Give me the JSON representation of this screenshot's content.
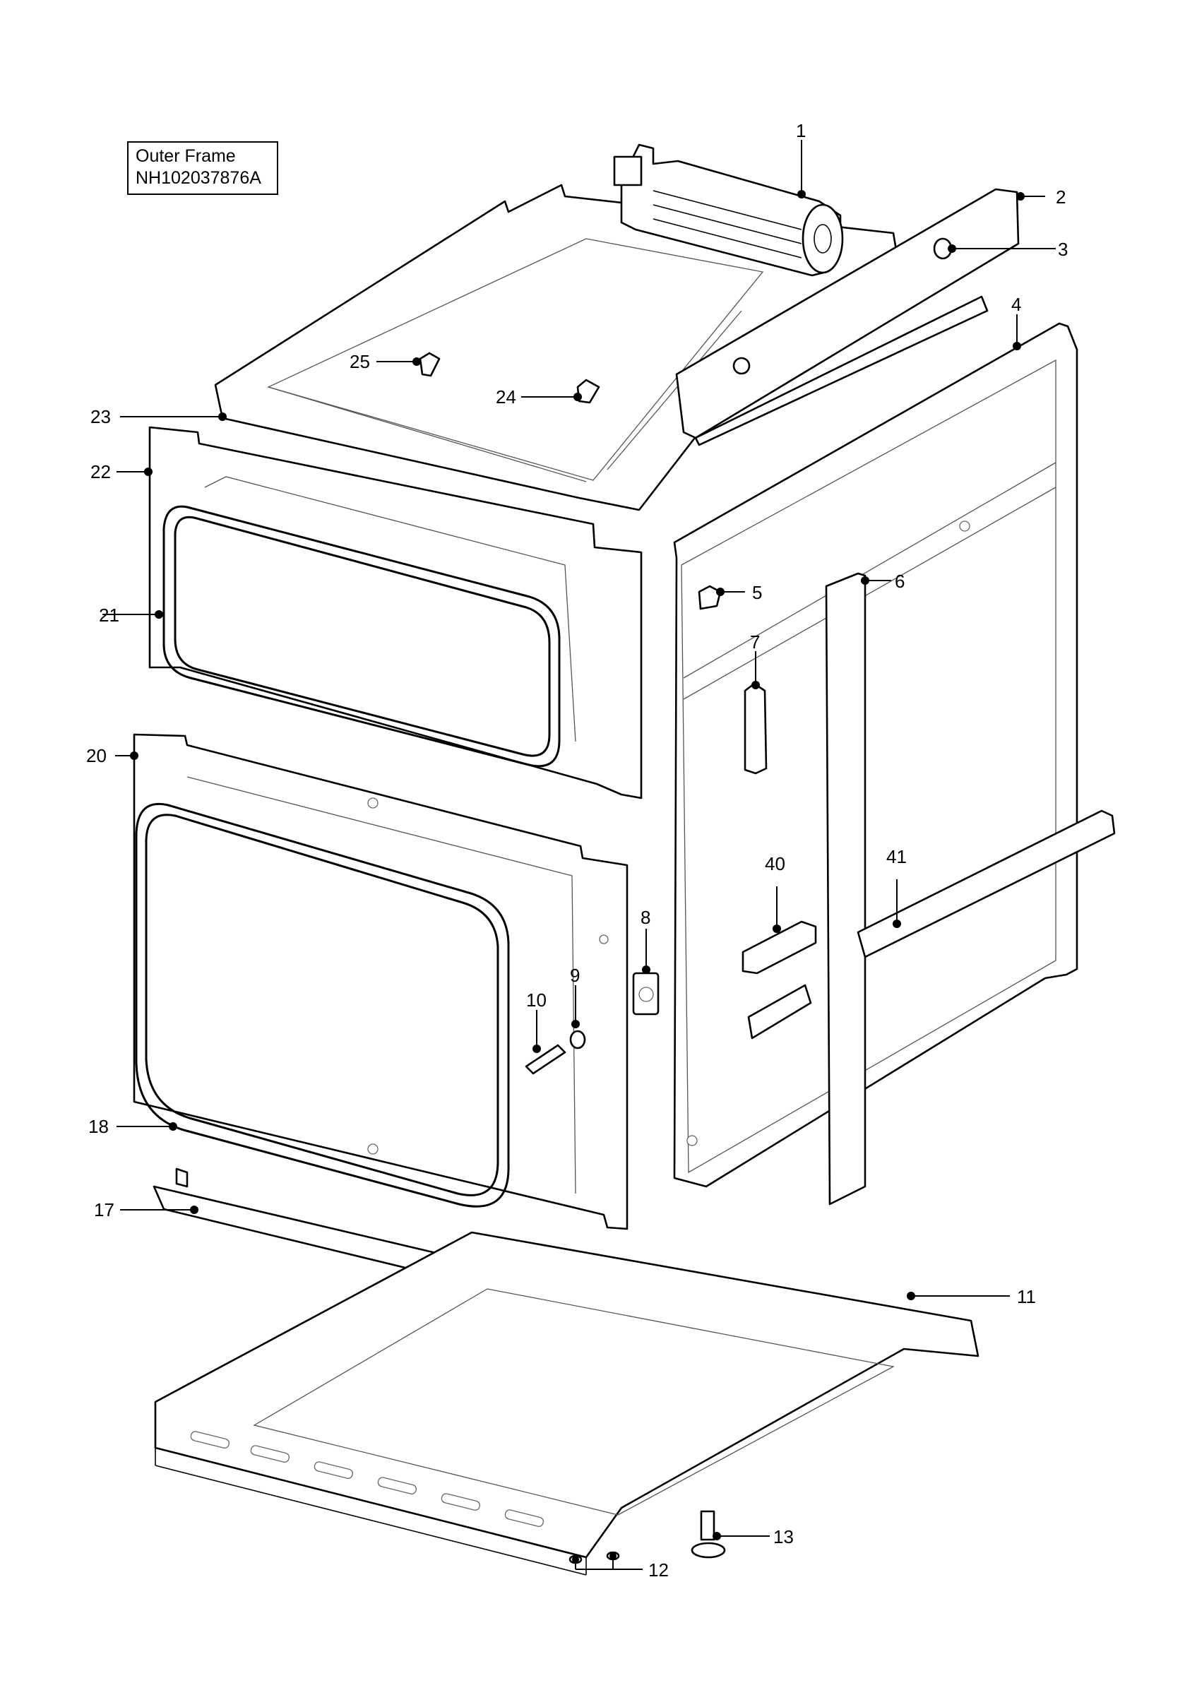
{
  "title": {
    "line1": "Outer Frame",
    "line2": "NH102037876A"
  },
  "callouts": [
    {
      "id": "c1",
      "label": "1"
    },
    {
      "id": "c2",
      "label": "2"
    },
    {
      "id": "c3",
      "label": "3"
    },
    {
      "id": "c4",
      "label": "4"
    },
    {
      "id": "c5",
      "label": "5"
    },
    {
      "id": "c6",
      "label": "6"
    },
    {
      "id": "c7",
      "label": "7"
    },
    {
      "id": "c8",
      "label": "8"
    },
    {
      "id": "c9",
      "label": "9"
    },
    {
      "id": "c10",
      "label": "10"
    },
    {
      "id": "c11",
      "label": "11"
    },
    {
      "id": "c12",
      "label": "12"
    },
    {
      "id": "c13",
      "label": "13"
    },
    {
      "id": "c17",
      "label": "17"
    },
    {
      "id": "c18",
      "label": "18"
    },
    {
      "id": "c20",
      "label": "20"
    },
    {
      "id": "c21",
      "label": "21"
    },
    {
      "id": "c22",
      "label": "22"
    },
    {
      "id": "c23",
      "label": "23"
    },
    {
      "id": "c24",
      "label": "24"
    },
    {
      "id": "c25",
      "label": "25"
    },
    {
      "id": "c40",
      "label": "40"
    },
    {
      "id": "c41",
      "label": "41"
    }
  ]
}
